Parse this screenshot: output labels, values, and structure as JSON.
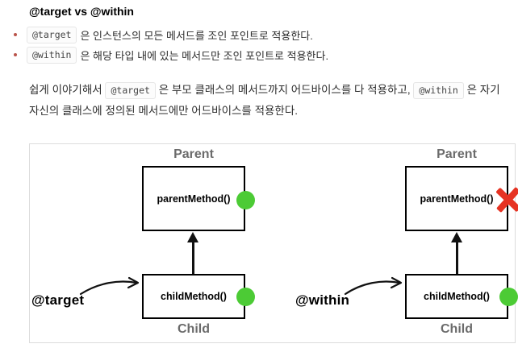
{
  "page": {
    "heading": "@target vs @within",
    "bullets": [
      {
        "code": "@target",
        "text": "은 인스턴스의 모든 메서드를 조인 포인트로 적용한다."
      },
      {
        "code": "@within",
        "text": "은 해당 타입 내에 있는 메서드만 조인 포인트로 적용한다."
      }
    ],
    "paragraph": {
      "part1": "쉽게 이야기해서",
      "code1": "@target",
      "part2": "은 부모 클래스의 메서드까지 어드바이스를 다 적용하고,",
      "code2": "@within",
      "part3": "은 자기 자신의 클래스에 정의된 메서드에만 어드바이스를 적용한다."
    }
  },
  "diagram": {
    "left": {
      "annotation": "@target",
      "parent_label": "Parent",
      "parent_method": "parentMethod()",
      "parent_marker": "green-circle",
      "child_label": "Child",
      "child_method": "childMethod()",
      "child_marker": "green-circle"
    },
    "right": {
      "annotation": "@within",
      "parent_label": "Parent",
      "parent_method": "parentMethod()",
      "parent_marker": "red-x",
      "child_label": "Child",
      "child_method": "childMethod()",
      "child_marker": "green-circle"
    },
    "colors": {
      "marker_green": "#4ccb35",
      "marker_red": "#e63323",
      "label_gray": "#6b6b6b"
    }
  }
}
